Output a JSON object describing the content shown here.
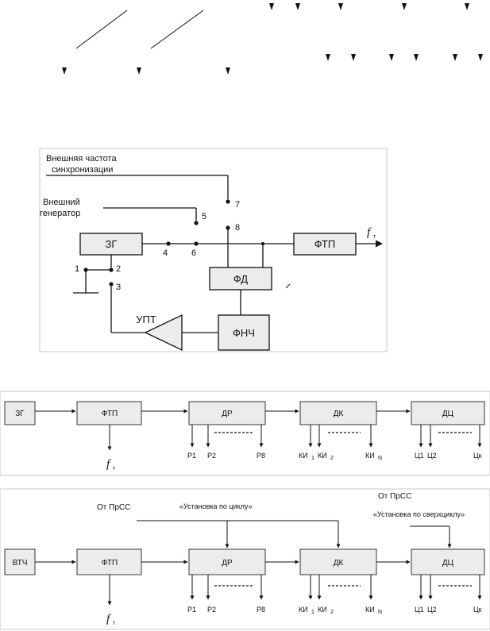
{
  "figure1": {
    "label_ext_sync_line1": "Внешняя частота",
    "label_ext_sync_line2": "синхронизации",
    "label_ext_gen_line1": "Внешний",
    "label_ext_gen_line2": "генератор",
    "block_zg": "ЗГ",
    "block_ftp": "ФТП",
    "block_fd": "ФД",
    "block_fnch": "ФНЧ",
    "block_upt": "УПТ",
    "output_f": "f",
    "output_sub": "т",
    "node_1": "1",
    "node_2": "2",
    "node_3": "3",
    "node_4": "4",
    "node_5": "5",
    "node_6": "6",
    "node_7": "7",
    "node_8": "8"
  },
  "figure2": {
    "block_zg": "ЗГ",
    "block_ftp": "ФТП",
    "block_dr": "ДР",
    "block_dk": "ДК",
    "block_dc": "ДЦ",
    "out_f": "f",
    "out_sub": "т",
    "dr_outputs": [
      "Р1",
      "Р2",
      "Р8"
    ],
    "dk_out_1": "КИ",
    "dk_out_1_sub": "1",
    "dk_out_2": "КИ",
    "dk_out_2_sub": "2",
    "dk_out_n": "КИ",
    "dk_out_n_sub": "N",
    "dc_outputs": [
      "Ц1",
      "Ц2",
      "Цк"
    ]
  },
  "figure3": {
    "block_vtch": "ВТЧ",
    "block_ftp": "ФТП",
    "block_dr": "ДР",
    "block_dk": "ДК",
    "block_dc": "ДЦ",
    "from_prss_1": "От ПрСС",
    "cycle_setup": "«Установка по циклу»",
    "from_prss_2": "От ПрСС",
    "supercycle_setup": "«Установка по сверхциклу»",
    "out_f": "f",
    "out_sub": "т",
    "dr_outputs": [
      "Р1",
      "Р2",
      "Р8"
    ],
    "dk_out_1": "КИ",
    "dk_out_1_sub": "1",
    "dk_out_2": "КИ",
    "dk_out_2_sub": "2",
    "dk_out_n": "КИ",
    "dk_out_n_sub": "N",
    "dc_outputs": [
      "Ц1",
      "Ц2",
      "Цк"
    ]
  }
}
